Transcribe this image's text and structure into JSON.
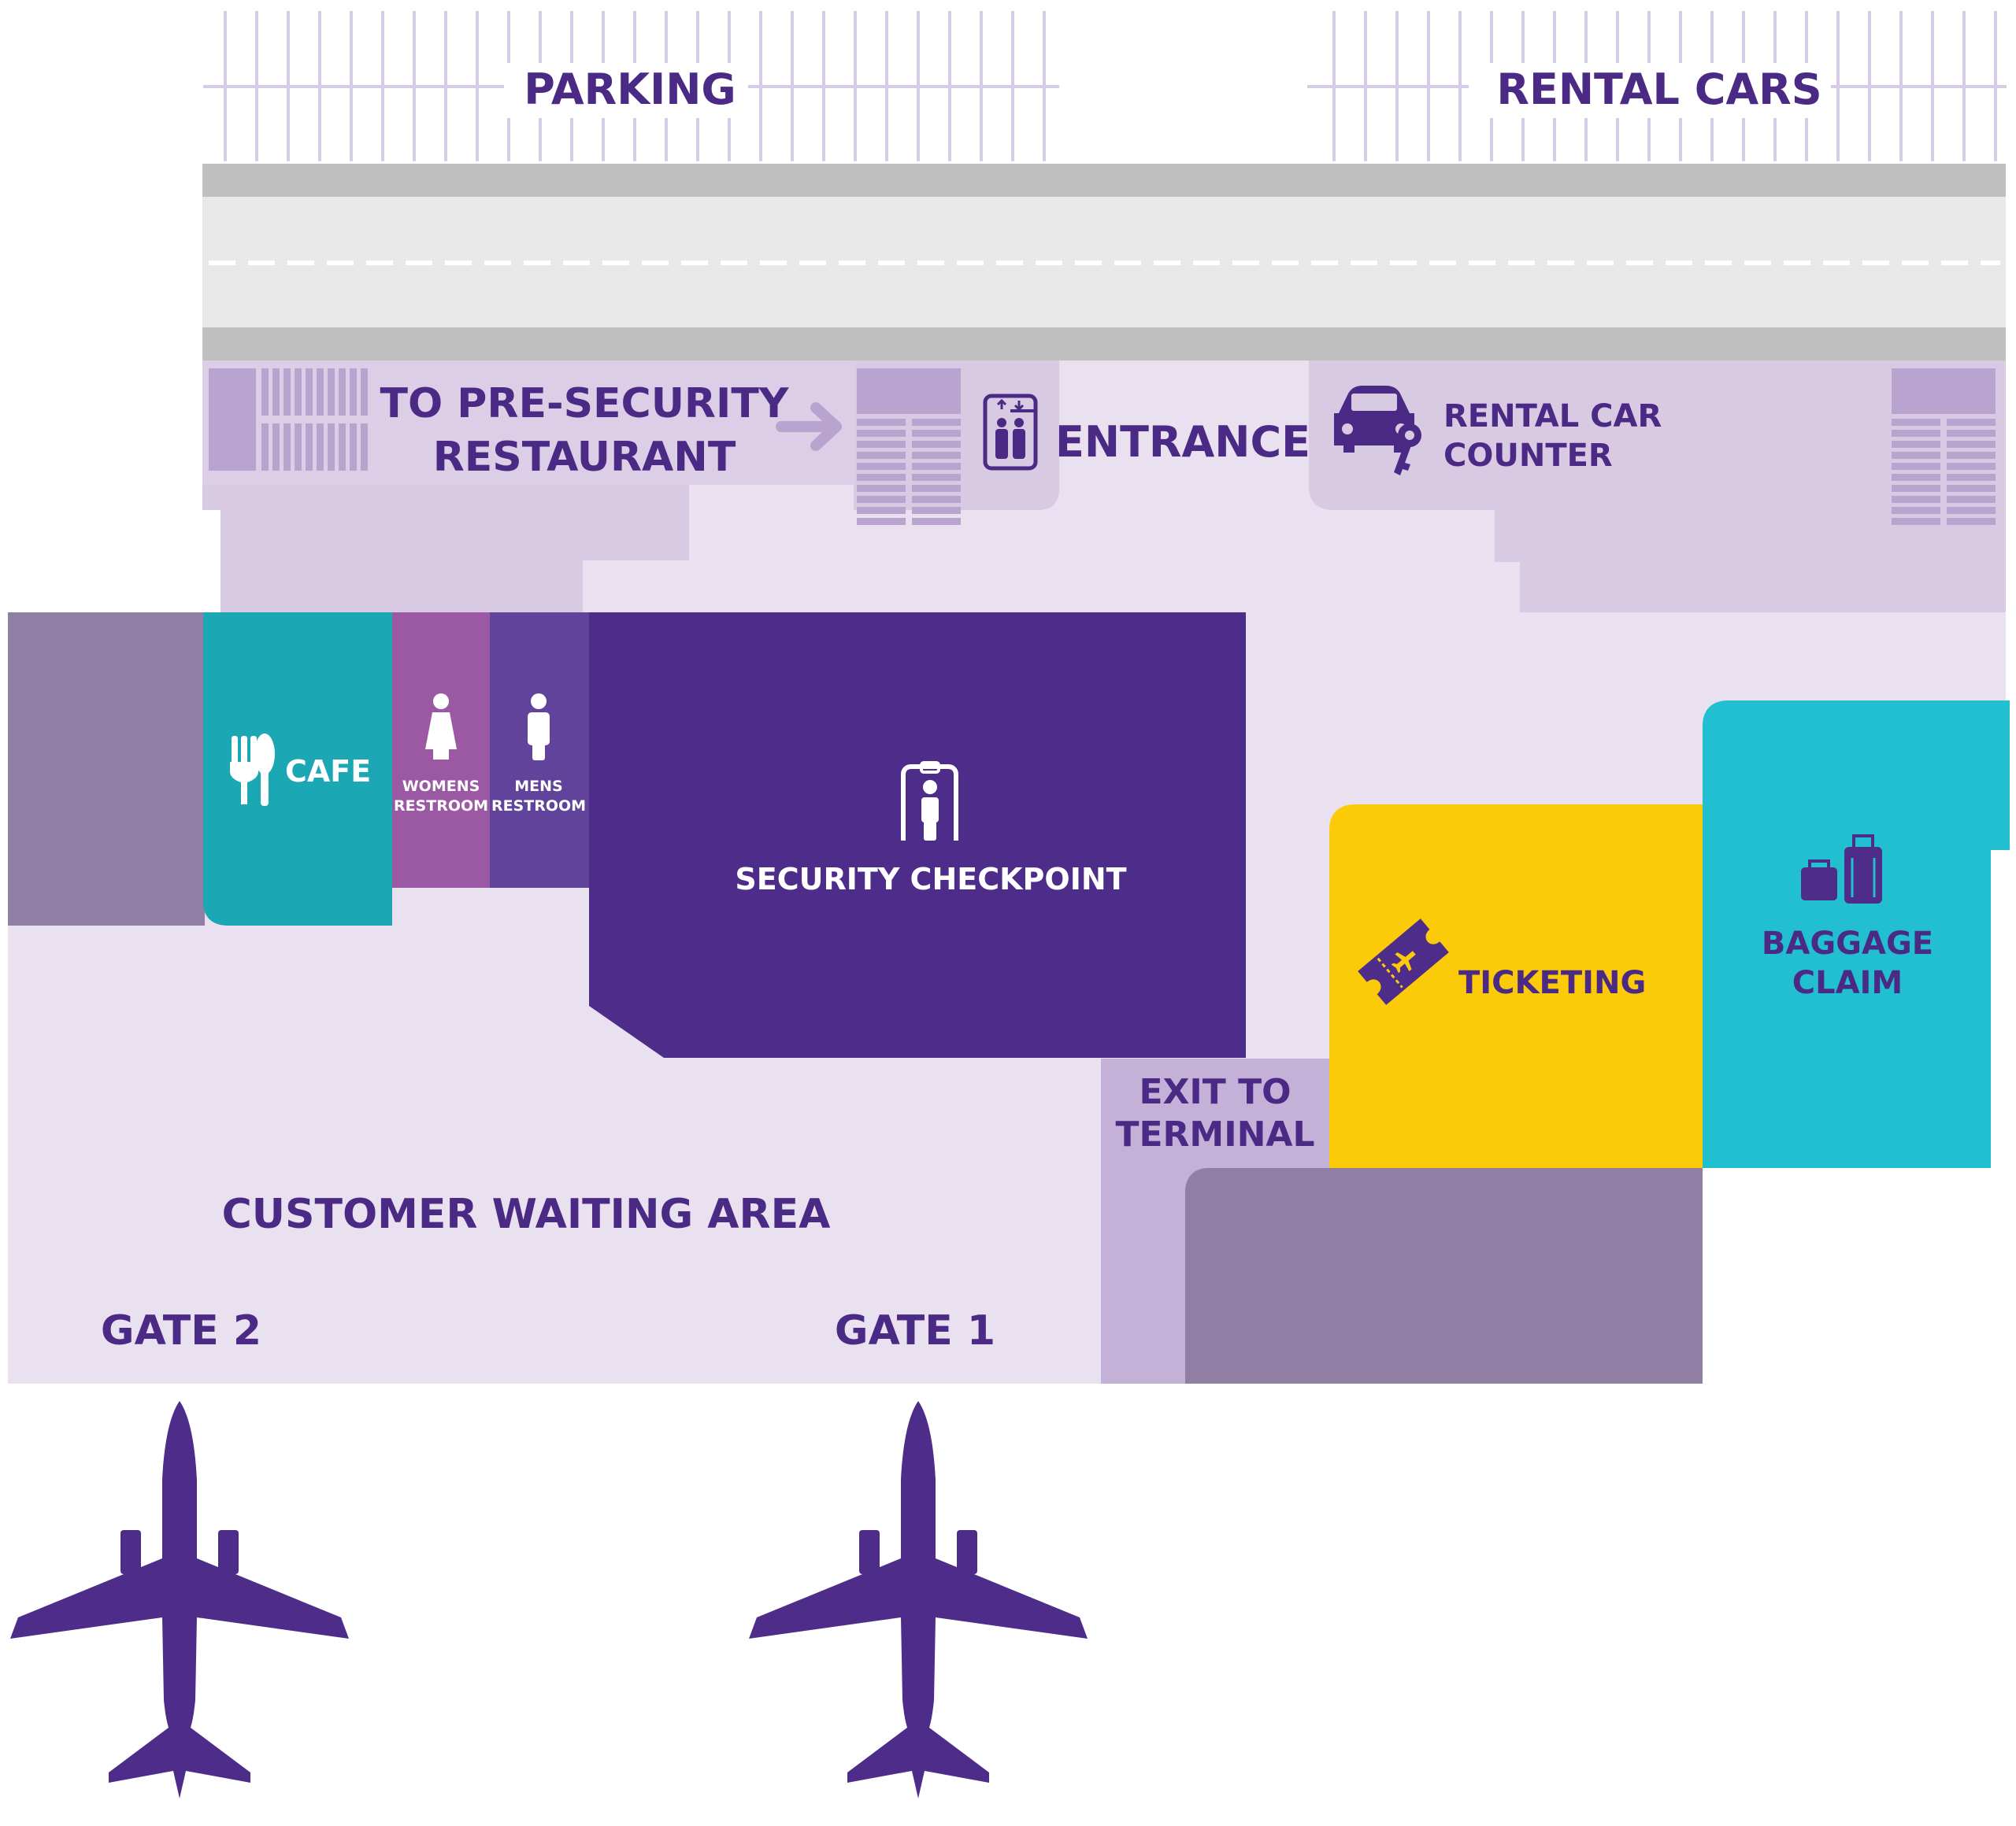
{
  "colors": {
    "purple_dark": "#4e2c8a",
    "purple_text": "#4b2a86",
    "lavender_light": "#e9e1f0",
    "lavender_mid": "#d9cae4",
    "lavender_deep": "#c4b1d8",
    "mauve_gray": "#907ea4",
    "teal_cafe": "#1ba7b3",
    "teal_baggage": "#21bfd0",
    "magenta_womens": "#9b59a4",
    "violet_mens": "#62439c",
    "yellow_ticketing": "#fbcb0a",
    "road_gray": "#bfbfbf",
    "road_light": "#e8e8e8",
    "white": "#ffffff"
  },
  "labels": {
    "parking": "PARKING",
    "rental_cars": "RENTAL CARS",
    "pre_security_line1": "TO PRE-SECURITY",
    "pre_security_line2": "RESTAURANT",
    "entrance": "ENTRANCE",
    "rental_counter_line1": "RENTAL CAR",
    "rental_counter_line2": "COUNTER",
    "cafe": "CAFE",
    "womens_line1": "WOMENS",
    "womens_line2": "RESTROOM",
    "mens_line1": "MENS",
    "mens_line2": "RESTROOM",
    "security": "SECURITY CHECKPOINT",
    "ticketing": "TICKETING",
    "baggage_line1": "BAGGAGE",
    "baggage_line2": "CLAIM",
    "exit_line1": "EXIT TO",
    "exit_line2": "TERMINAL",
    "waiting": "CUSTOMER WAITING AREA",
    "gate2": "GATE 2",
    "gate1": "GATE 1"
  },
  "icons": {
    "arrow": "arrow-right-icon",
    "elevator": "elevator-icon",
    "rental_car": "car-key-icon",
    "cafe": "fork-spoon-icon",
    "womens": "woman-icon",
    "mens": "man-icon",
    "security": "metal-detector-icon",
    "ticketing": "ticket-icon",
    "baggage": "luggage-icon",
    "airplane": "airplane-icon"
  }
}
